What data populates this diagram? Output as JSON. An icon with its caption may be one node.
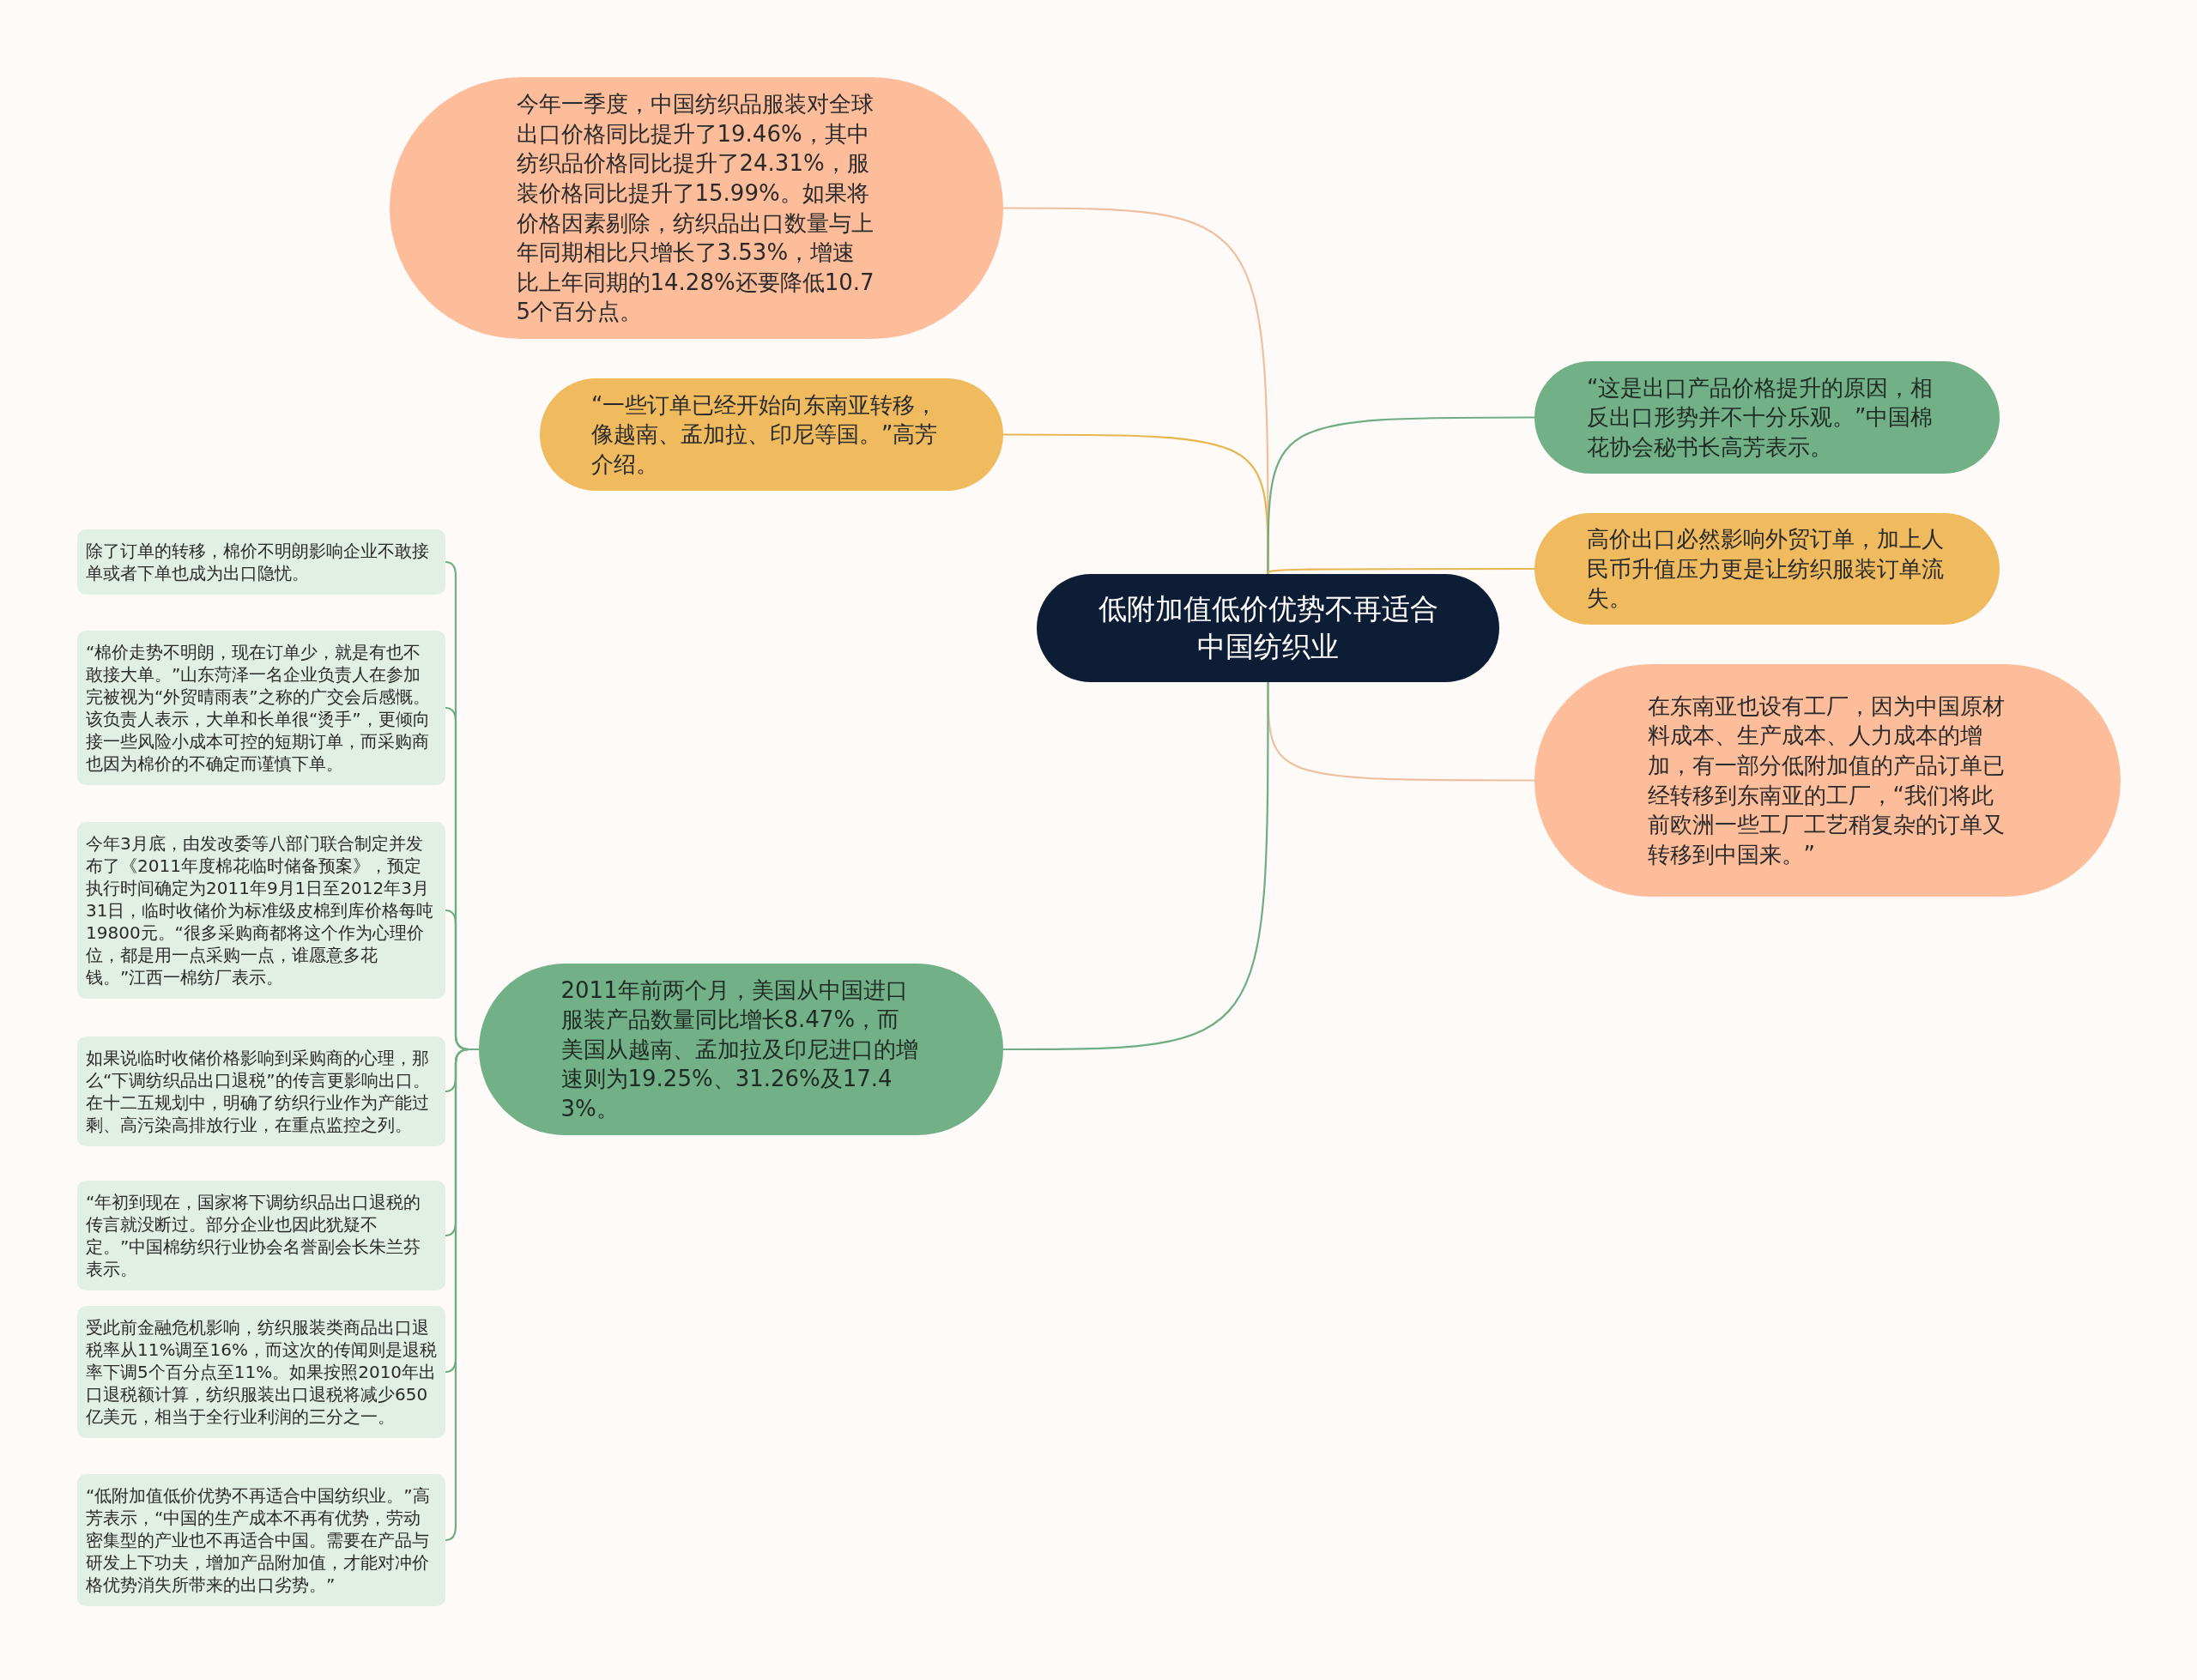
{
  "diagram": {
    "nodes": [
      {
        "text": [
          "低附加值低价优势不再适合中国纺织业"
        ]
      },
      {
        "text": [
          "今年一季度，中国纺织品服装对全球出口价格同比提升了19.46%，其中纺织品价格同比提升了24.31%，服装价格同比提升了15.99%。如果将价格因素剔除，纺织品出口数量与上年同期相比只增长了3.53%，增速比上年同期的14.28%还要降低10.75个百分点。"
        ]
      },
      {
        "text": [
          "“一些订单已经开始向东南亚转移，像越南、孟加拉、印尼等国。”高芳介绍。"
        ]
      },
      {
        "text": [
          "“这是出口产品价格提升的原因，相反出口形势并不十分乐观。”中国棉花协会秘书长高芳表示。"
        ]
      },
      {
        "text": [
          "高价出口必然影响外贸订单，加上人民币升值压力更是让纺织服装订单流失。"
        ]
      },
      {
        "text": [
          "在东南亚也设有工厂，因为中国原材料成本、生产成本、人力成本的增加，有一部分低附加值的产品订单已经转移到东南亚的工厂，“我们将此前欧洲一些工厂工艺稍复杂的订单又转移到中国来。”"
        ]
      },
      {
        "text": [
          "2011年前两个月，美国从中国进口服装产品数量同比增长8.47%，而美国从越南、孟加拉及印尼进口的增速则为19.25%、31.26%及17.43%。"
        ]
      },
      {
        "text": [
          "除了订单的转移，棉价不明朗影响企业不敢接单或者下单也成为出口隐忧。"
        ]
      },
      {
        "text": [
          "“棉价走势不明朗，现在订单少，就是有也不敢接大单。”山东菏泽一名企业负责人在参加完被视为“外贸晴雨表”之称的广交会后感慨。该负责人表示，大单和长单很“烫手”，更倾向接一些风险小成本可控的短期订单，而采购商也因为棉价的不确定而谨慎下单。"
        ]
      },
      {
        "text": [
          "今年3月底，由发改委等八部门联合制定并发布了《2011年度棉花临时储备预案》，预定执行时间确定为2011年9月1日至2012年3月31日，临时收储价为标准级皮棉到库价格每吨19800元。“很多采购商都将这个作为心理价位，都是用一点采购一点，谁愿意多花钱。”江西一棉纺厂表示。"
        ]
      },
      {
        "text": [
          "如果说临时收储价格影响到采购商的心理，那么“下调纺织品出口退税”的传言更影响出口。在十二五规划中，明确了纺织行业作为产能过剩、高污染高排放行业，在重点监控之列。"
        ]
      },
      {
        "text": [
          "“年初到现在，国家将下调纺织品出口退税的传言就没断过。部分企业也因此犹疑不定。”中国棉纺织行业协会名誉副会长朱兰芬表示。"
        ]
      },
      {
        "text": [
          "受此前金融危机影响，纺织服装类商品出口退税率从11%调至16%，而这次的传闻则是退税率下调5个百分点至11%。如果按照2010年出口退税额计算，纺织服装出口退税将减少650亿美元，相当于全行业利润的三分之一。"
        ]
      },
      {
        "text": [
          "“低附加值低价优势不再适合中国纺织业。”高芳表示，“中国的生产成本不再有优势，劳动密集型的产业也不再适合中国。需要在产品与研发上下功夫，增加产品附加值，才能对冲价格优势消失所带来的出口劣势。”"
        ]
      }
    ],
    "edges": [
      {
        "from": 0,
        "to": 1,
        "arrow": "none",
        "color": "#f0bf9f"
      },
      {
        "from": 0,
        "to": 2,
        "arrow": "none",
        "color": "#e6b752"
      },
      {
        "from": 0,
        "to": 3,
        "arrow": "none"
      },
      {
        "from": 0,
        "to": 4,
        "arrow": "none",
        "color": "#e6b752"
      },
      {
        "from": 0,
        "to": 5,
        "arrow": "none",
        "color": "#f0bf9f"
      },
      {
        "from": 0,
        "to": 6,
        "arrow": "none"
      },
      {
        "from": 6,
        "to": 7,
        "arrow": "none"
      },
      {
        "from": 6,
        "to": 8,
        "arrow": "none"
      },
      {
        "from": 6,
        "to": 9,
        "arrow": "none"
      },
      {
        "from": 6,
        "to": 10,
        "arrow": "none"
      },
      {
        "from": 6,
        "to": 11,
        "arrow": "none"
      },
      {
        "from": 6,
        "to": 12,
        "arrow": "none"
      },
      {
        "from": 6,
        "to": 13,
        "arrow": "none"
      }
    ]
  }
}
